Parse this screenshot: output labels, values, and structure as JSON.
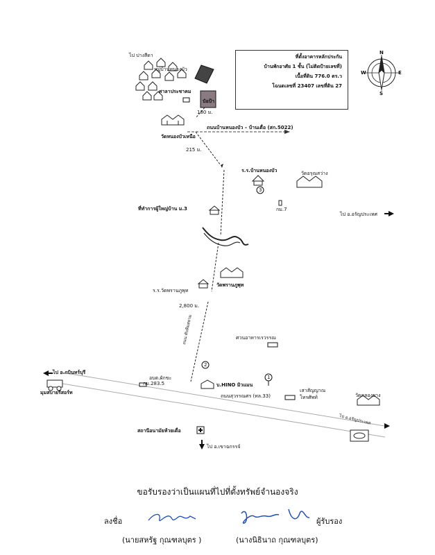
{
  "legend": {
    "line1": "ที่ตั้งอาคารหลักประกัน",
    "line2": "บ้านพักอาศัย 1 ชั้น (ไม่ติดป้ายเลขที่)",
    "line3": "เนื้อที่ดิน 776.0 ตร.ว",
    "line4": "โฉนดเลขที่ 23407 เลขที่ดิน 27"
  },
  "labels": {
    "to_pang_sida": "ไป ปางสีดา",
    "village_top": "หมู่บ้านหนองบัว",
    "sala": "ศาลาประชาคม",
    "pin_label": "ป๋อป้า",
    "dist_180": "180 ม.",
    "road_1": "ถนนบ้านหนองบัว – บ้านเตื่อ (สก.5022)",
    "wat_nongbua": "วัดหนองบัวเหนือ",
    "dist_215": "215 ม.",
    "school_nongbua": "ร.ร.บ้านหนองบัว",
    "wat_right": "วัดอรุณสว่าง",
    "headman_office": "ที่ทำการผู้ใหญ่บ้าน ม.3",
    "km7": "กม.7",
    "to_aranyaprathet_1": "ไป อ.อรัญประเทศ",
    "school_mid": "ร.ร.วัดพรานภูพุท",
    "wat_mid": "วัดพรานภูพุท",
    "dist_2800": "2,800 ม.",
    "road_vertical": "ถนน ทับทิมสยาม",
    "market": "ศวนอาหารเรวรรณ",
    "to_kabin": "ไป อ.กบินทร์บุรี",
    "store_left": "มุมสบายรีสอร์ท",
    "obt": "อบต.ผักขะ",
    "km283": "กม.283.5",
    "hino": "บ.HINO มิวแมน",
    "road_33": "ถนนสุวรรณศร (ทล.33)",
    "metal_shop": "เสาสัญญาณ",
    "telecom": "โทรศัพท์",
    "wat_right_bottom": "วัดคลองยาง",
    "to_aranyaprathet_2": "ไป อ.อรัญประเทศ",
    "health_station": "สถานีอนามัยห้วยเดื่อ",
    "to_khao_chakan": "ไป อ.เขาฉกรรจ์",
    "num_1": "1",
    "num_2": "2",
    "num_3": "3"
  },
  "compass": {
    "north": "N",
    "south": "S",
    "east": "E",
    "west": "W"
  },
  "footer": {
    "certify": "ขอรับรองว่าเป็นแผนที่ไปที่ตั้งทรัพย์จำนองจริง",
    "signed_label": "ลงชื่อ",
    "certifier_label": "ผู้รับรอง",
    "name1": "(นายสหรัฐ  กุณฑลบุตร )",
    "name2": "(นางนิธินาถ  กุณฑลบุตร)"
  },
  "colors": {
    "ink": "#111111",
    "signature_blue": "#1f4fb5",
    "river": "#222222"
  }
}
